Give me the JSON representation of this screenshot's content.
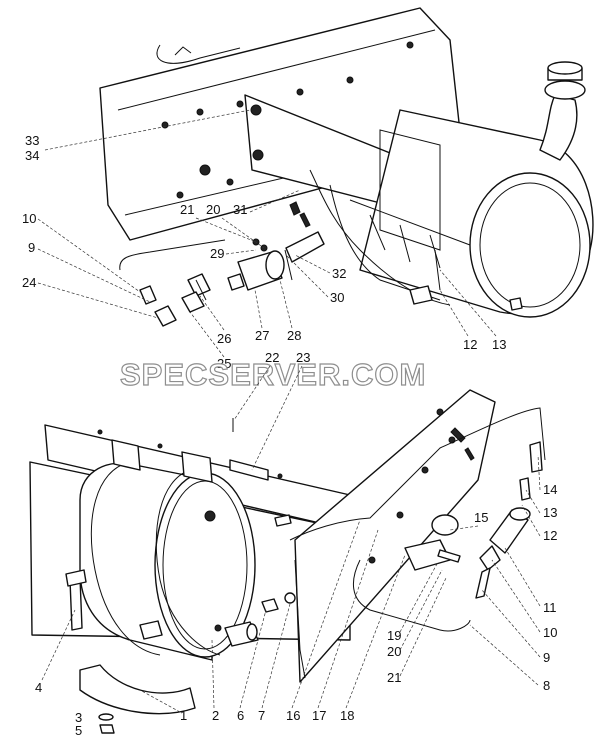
{
  "watermark": "SPECSERVER.COM",
  "top_view": {
    "labels": {
      "l33": "33",
      "l34": "34",
      "l10": "10",
      "l9": "9",
      "l24": "24",
      "l21": "21",
      "l20": "20",
      "l31": "31",
      "l29": "29",
      "l32": "32",
      "l30": "30",
      "l26": "26",
      "l25": "25",
      "l27": "27",
      "l28": "28",
      "l12": "12",
      "l13": "13"
    }
  },
  "bottom_view": {
    "labels": {
      "l22": "22",
      "l23": "23",
      "l14": "14",
      "l13": "13",
      "l15": "15",
      "l12": "12",
      "l11": "11",
      "l10": "10",
      "l9": "9",
      "l19": "19",
      "l20": "20",
      "l21": "21",
      "l8": "8",
      "l4": "4",
      "l3": "3",
      "l5": "5",
      "l1": "1",
      "l2": "2",
      "l6": "6",
      "l7": "7",
      "l16": "16",
      "l17": "17",
      "l18": "18"
    }
  }
}
